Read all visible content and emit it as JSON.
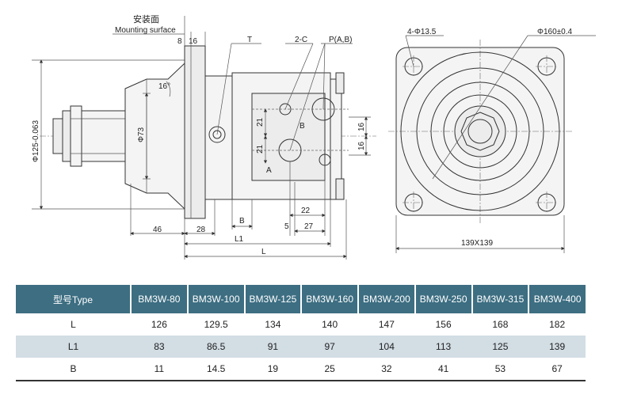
{
  "drawing": {
    "mount_label_cn": "安装面",
    "mount_label_en": "Mounting surface",
    "dims": {
      "d8": "8",
      "d16": "16",
      "T": "T",
      "port_2c": "2-C",
      "port_p": "P(A,B)",
      "angle": "16°",
      "dia125": "Φ125-0.063",
      "dia73": "Φ73",
      "d21a": "21",
      "d21b": "21",
      "d16a": "16",
      "d16b": "16",
      "B_port": "B",
      "A_port": "A",
      "d46": "46",
      "d28": "28",
      "Bdim": "B",
      "d22": "22",
      "d5": "5",
      "d27": "27",
      "L1": "L1",
      "L": "L",
      "holes": "4-Φ13.5",
      "dia160": "Φ160±0.4",
      "square": "139X139"
    }
  },
  "table": {
    "headers": [
      "型号Type",
      "BM3W-80",
      "BM3W-100",
      "BM3W-125",
      "BM3W-160",
      "BM3W-200",
      "BM3W-250",
      "BM3W-315",
      "BM3W-400"
    ],
    "rows": [
      [
        "L",
        "126",
        "129.5",
        "134",
        "140",
        "147",
        "156",
        "168",
        "182"
      ],
      [
        "L1",
        "83",
        "86.5",
        "91",
        "97",
        "104",
        "113",
        "125",
        "139"
      ],
      [
        "B",
        "11",
        "14.5",
        "19",
        "25",
        "32",
        "41",
        "53",
        "67"
      ]
    ]
  }
}
